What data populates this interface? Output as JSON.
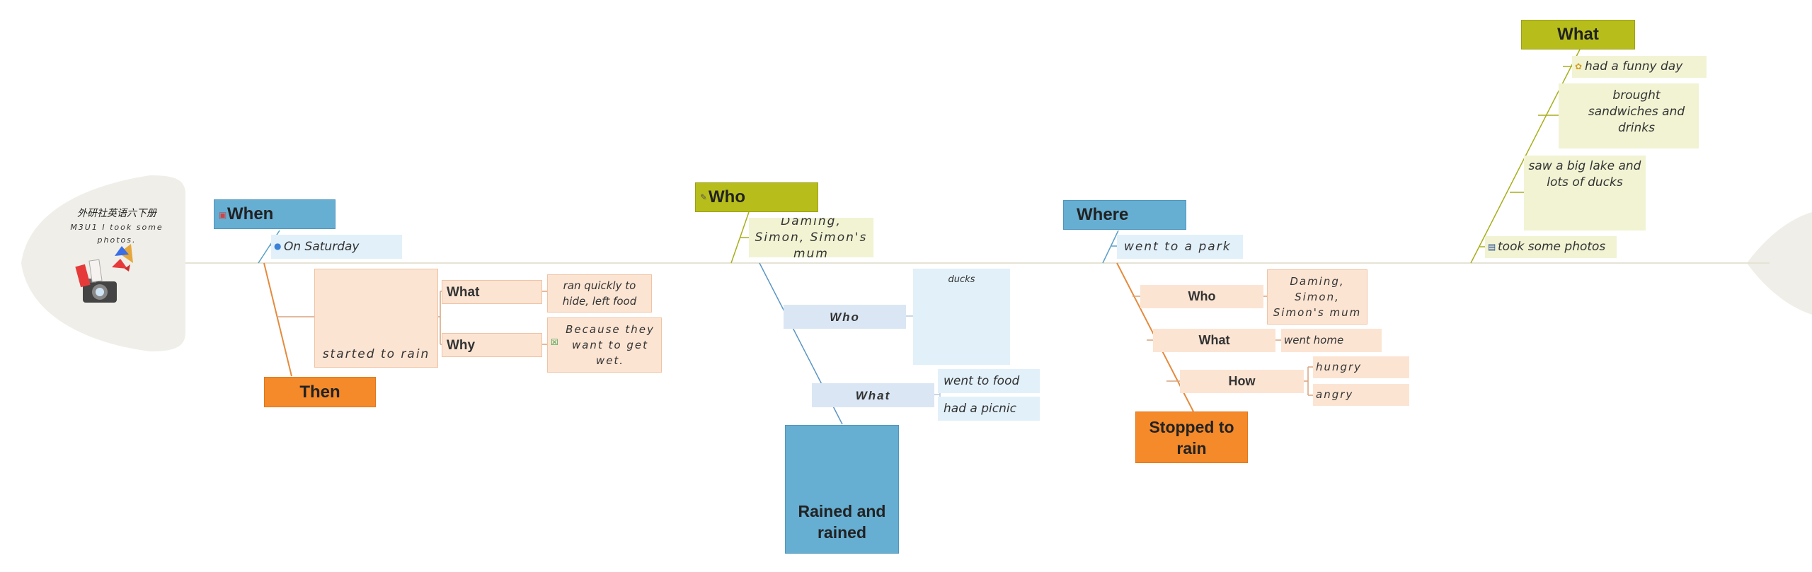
{
  "root": {
    "title": "外研社英语六下册",
    "subtitle_line1": "M3U1 I took some",
    "subtitle_line2": "photos."
  },
  "when": {
    "label": "When",
    "detail": "On Saturday",
    "then": "Then",
    "event": "started  to  rain",
    "what": {
      "label": "What",
      "text": "ran quickly to hide, left food"
    },
    "why": {
      "label": "Why",
      "text": "Because they want to get wet."
    }
  },
  "who": {
    "label": "Who",
    "detail": "Daming, Simon, Simon's mum",
    "sub_who": {
      "label": "Who",
      "image_caption": "ducks"
    },
    "sub_what": {
      "label": "What",
      "items": [
        "went to food",
        "had a picnic"
      ]
    },
    "event": "Rained and rained"
  },
  "where": {
    "label": "Where",
    "detail": "went to a park",
    "who": {
      "label": "Who",
      "text": "Daming, Simon, Simon's mum"
    },
    "what": {
      "label": "What",
      "text": "went home"
    },
    "how": {
      "label": "How",
      "items": [
        "hungry",
        "angry"
      ]
    },
    "event": "Stopped to rain"
  },
  "what": {
    "label": "What",
    "items": [
      "had a funny day",
      "brought sandwiches and drinks",
      "saw a big lake and lots of ducks",
      "took some photos"
    ]
  },
  "colors": {
    "blue": "#66aed2",
    "olive": "#b7be1b",
    "orange": "#f58a2a",
    "peach": "#fce4d3",
    "light_blue": "#e2f0f9",
    "cream": "#f1f3d3",
    "spine": "#e6e3d5"
  },
  "icons": [
    "camera-icon",
    "rain-cloud-icon",
    "ducks-image",
    "cloud-rain-icon",
    "sandwich-icon",
    "lake-icon",
    "photo-icon"
  ]
}
